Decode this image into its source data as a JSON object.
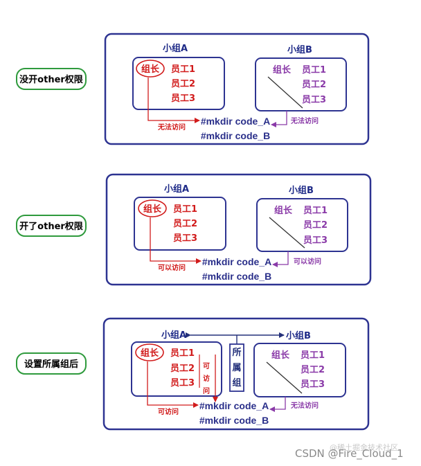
{
  "scenarios": [
    {
      "label": "没开other权限",
      "group_a": {
        "title": "小组A",
        "leader": "组长",
        "employees": [
          "员工1",
          "员工2",
          "员工3"
        ]
      },
      "group_b": {
        "title": "小组B",
        "leader": "组长",
        "employees": [
          "员工1",
          "员工2",
          "员工3"
        ]
      },
      "access_a": "无法访问",
      "access_b": "无法访问",
      "cmd_a": "#mkdir code_A",
      "cmd_b": "#mkdir code_B"
    },
    {
      "label": "开了other权限",
      "group_a": {
        "title": "小组A",
        "leader": "组长",
        "employees": [
          "员工1",
          "员工2",
          "员工3"
        ]
      },
      "group_b": {
        "title": "小组B",
        "leader": "组长",
        "employees": [
          "员工1",
          "员工2",
          "员工3"
        ]
      },
      "access_a": "可以访问",
      "access_b": "可以访问",
      "cmd_a": "#mkdir code_A",
      "cmd_b": "#mkdir code_B"
    },
    {
      "label": "设置所属组后",
      "group_a": {
        "title": "小组A",
        "leader": "组长",
        "employees": [
          "员工1",
          "员工2",
          "员工3"
        ]
      },
      "group_b": {
        "title": "小组B",
        "leader": "组长",
        "employees": [
          "员工1",
          "员工2",
          "员工3"
        ]
      },
      "access_a": "可访问",
      "access_b": "无法访问",
      "member_access": [
        "可",
        "访",
        "问"
      ],
      "owner_group": [
        "所",
        "属",
        "组"
      ],
      "cmd_a": "#mkdir code_A",
      "cmd_b": "#mkdir code_B"
    }
  ],
  "watermark": "CSDN @Fire_Cloud_1",
  "watermark_overlay": "@稀土掘金技术社区",
  "colors": {
    "frame": "#2d3391",
    "pill_border": "#2e9a3c",
    "leader_red": "#d11b1b",
    "group_b_purple": "#8a3aa8",
    "command_navy": "#2a2f8a"
  }
}
